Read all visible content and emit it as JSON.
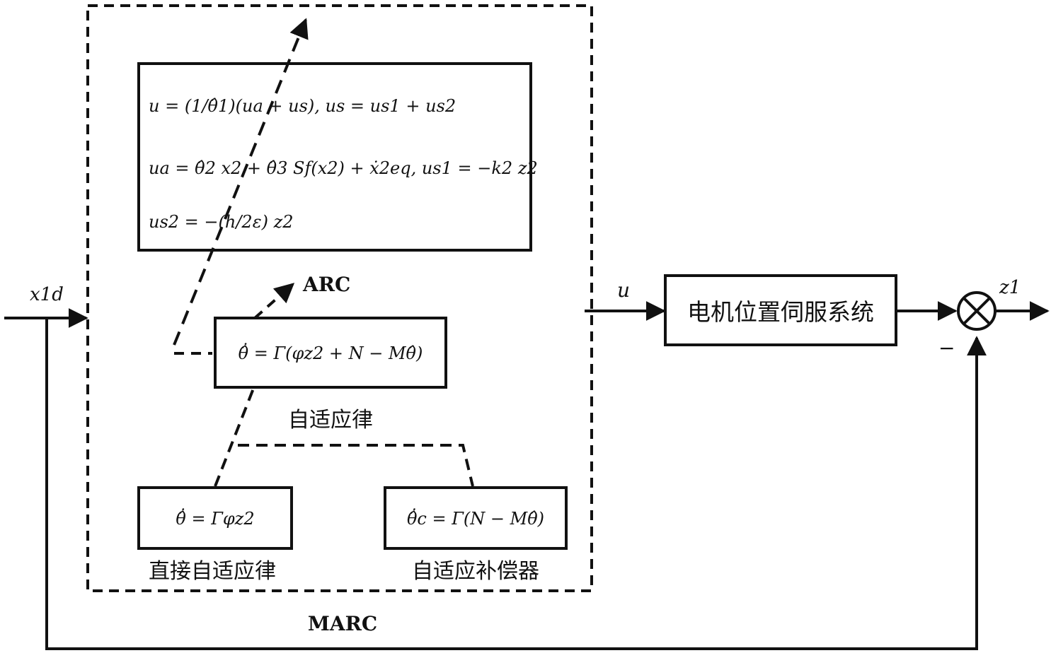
{
  "labels": {
    "input_signal": "x1d",
    "control_signal": "u",
    "output_signal": "z1",
    "minus_sign": "−",
    "arc_label": "ARC",
    "marc_label": "MARC",
    "plant_block": "电机位置伺服系统",
    "adaptive_law_caption": "自适应律",
    "direct_law_caption": "直接自适应律",
    "compensator_caption": "自适应补偿器"
  },
  "equations": {
    "control_law_line1": "u = (1/θ̂1)(ua + us), us = us1 + us2",
    "control_law_line2": "ua = θ̂2 x2 + θ̂3 Sf(x2) + ẋ2eq, us1 = −k2 z2",
    "control_law_line3": "us2 = −(h/2ε) z2",
    "adaptive_law": "θ̂̇ = Γ(φz2 + N − Mθ̂)",
    "direct_law": "θ̂̇ = Γφz2",
    "compensator_law": "θ̂̇c = Γ(N − Mθ̂)"
  }
}
